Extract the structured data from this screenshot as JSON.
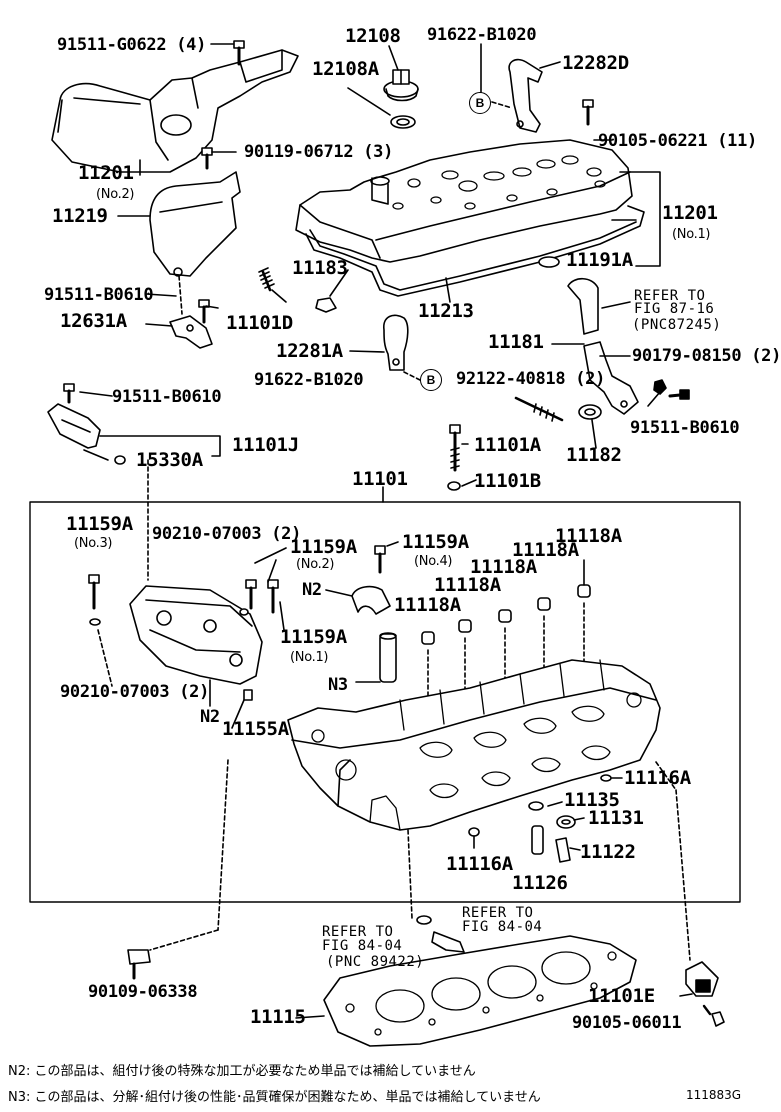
{
  "labels": {
    "p91511_g0622": "91511-G0622 (4)",
    "p12108": "12108",
    "p12108a": "12108A",
    "p91622_b1020_top": "91622-B1020",
    "p12282d": "12282D",
    "p90105_06221": "90105-06221 (11)",
    "p90119_06712": "90119-06712 (3)",
    "p11201_no2": "11201",
    "p11201_no2_sub": "(No.2)",
    "p11219": "11219",
    "p11201_no1": "11201",
    "p11201_no1_sub": "(No.1)",
    "p11183": "11183",
    "p11191a": "11191A",
    "p91511_b0610_a": "91511-B0610",
    "p12631a": "12631A",
    "p11101d": "11101D",
    "p11213": "11213",
    "p11181": "11181",
    "p90179_08150": "90179-08150 (2)",
    "p12281a": "12281A",
    "p91622_b1020_mid": "91622-B1020",
    "p92122_40818": "92122-40818 (2)",
    "p91511_b0610_b": "91511-B0610",
    "p91511_b0610_c": "91511-B0610",
    "p11101j": "11101J",
    "p15330a": "15330A",
    "p11101a": "11101A",
    "p11182": "11182",
    "p11101b": "11101B",
    "p11101": "11101",
    "p11159a_no3": "11159A",
    "p11159a_no3_sub": "(No.3)",
    "p90210_07003_top": "90210-07003 (2)",
    "p11159a_no2": "11159A",
    "p11159a_no2_sub": "(No.2)",
    "p11159a_no4": "11159A",
    "p11159a_no4_sub": "(No.4)",
    "p11118a_1": "11118A",
    "p11118a_2": "11118A",
    "p11118a_3": "11118A",
    "p11118a_4": "11118A",
    "p11118a_5": "11118A",
    "n2_top": "N2",
    "p11159a_no1": "11159A",
    "p11159a_no1_sub": "(No.1)",
    "n3": "N3",
    "p90210_07003_bot": "90210-07003 (2)",
    "n2_bot": "N2",
    "p11155a": "11155A",
    "p11116a_r": "11116A",
    "p11135": "11135",
    "p11131": "11131",
    "p11122": "11122",
    "p11116a_b": "11116A",
    "p11126": "11126",
    "p90109_06338": "90109-06338",
    "p11101e": "11101E",
    "p11115": "11115",
    "p90105_06011": "90105-06011"
  },
  "references": {
    "fig87_line1": "REFER TO",
    "fig87_line2": "FIG 87-16",
    "fig87_line3": "(PNC87245)",
    "fig84a_line1": "REFER TO",
    "fig84a_line2": "FIG 84-04",
    "fig84a_line3": "(PNC 89422)",
    "fig84b_line1": "REFER TO",
    "fig84b_line2": "FIG 84-04"
  },
  "markers": {
    "b_top": "B",
    "b_mid": "B"
  },
  "notes": {
    "n2": "N2:  この部品は、組付け後の特殊な加工が必要なため単品では補給していません",
    "n3": "N3:  この部品は、分解･組付け後の性能･品質確保が困難なため、単品では補給していません"
  },
  "figure_code": "111883G"
}
